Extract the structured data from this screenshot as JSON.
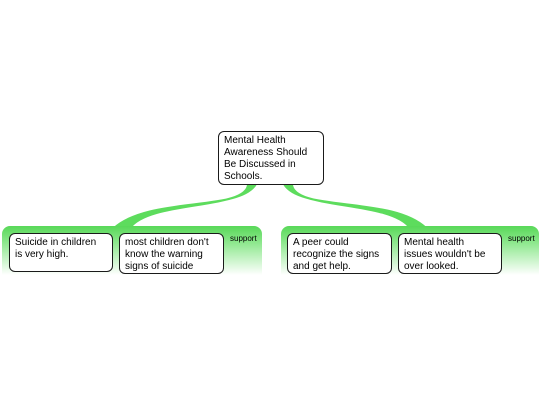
{
  "colors": {
    "connector": "#5ddc5d",
    "panel_top": "#58d858",
    "node_border": "#1a1a1a"
  },
  "root": {
    "text": "Mental Health\nAwareness Should\nBe Discussed in\nSchools."
  },
  "groups": [
    {
      "label": "support",
      "nodes": [
        {
          "text": "Suicide in children\nis very high."
        },
        {
          "text": "most children don't\nknow the warning\nsigns of suicide"
        }
      ]
    },
    {
      "label": "support",
      "nodes": [
        {
          "text": "A peer could\nrecognize the signs\nand get help."
        },
        {
          "text": "Mental health\nissues wouldn't be\nover looked."
        }
      ]
    }
  ]
}
